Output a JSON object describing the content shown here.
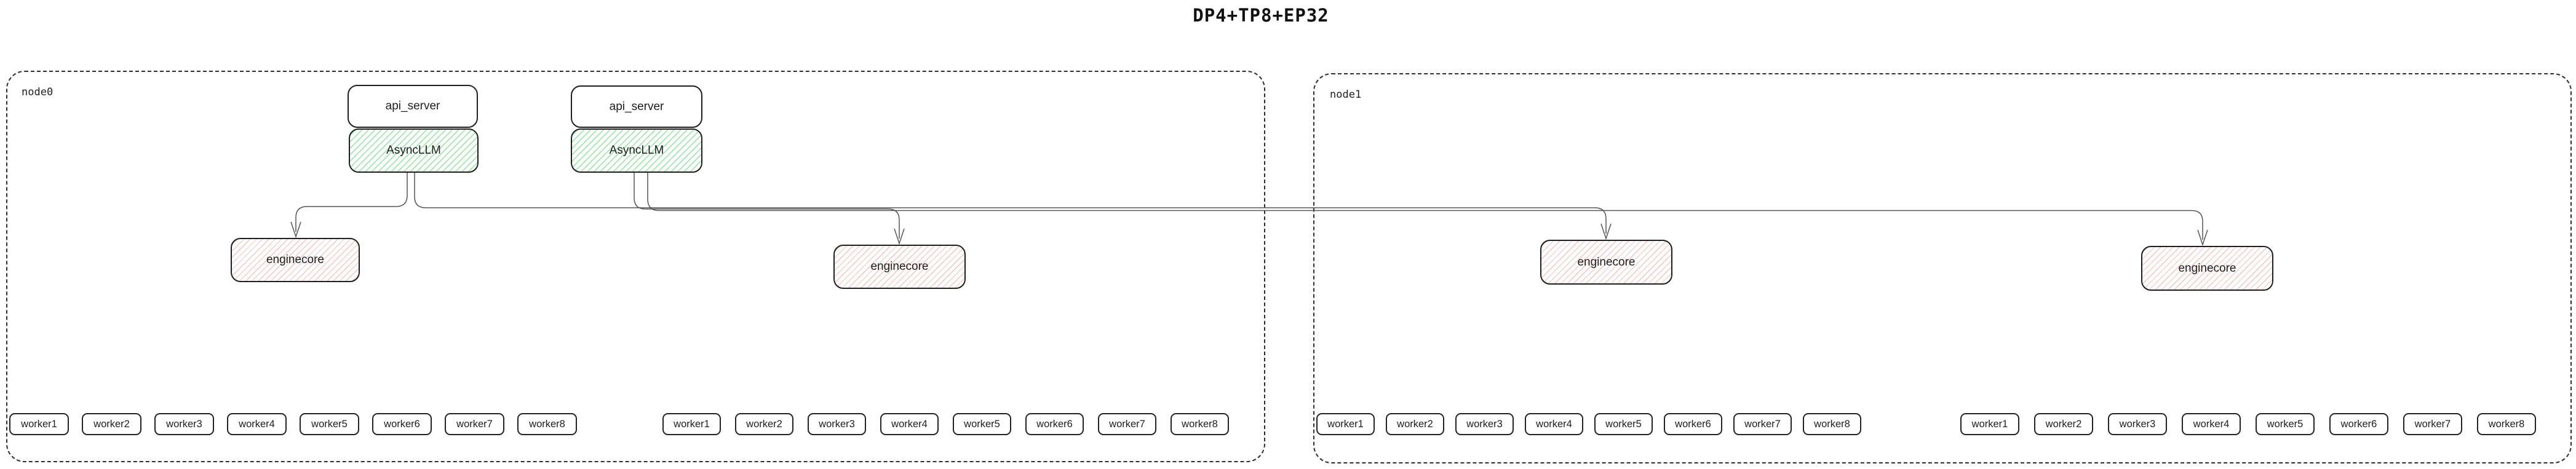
{
  "title": "DP4+TP8+EP32",
  "colors": {
    "hatch_green": "#8ce99a",
    "hatch_red": "#f6c3bd",
    "connector_gray": "#555555",
    "border_dark": "#1e1e1e"
  },
  "node0": {
    "label": "node0",
    "stack1": {
      "api_server": "api_server",
      "asyncllm": "AsyncLLM"
    },
    "stack2": {
      "api_server": "api_server",
      "asyncllm": "AsyncLLM"
    },
    "enginecore1": "enginecore",
    "enginecore2": "enginecore",
    "workers1": [
      "worker1",
      "worker2",
      "worker3",
      "worker4",
      "worker5",
      "worker6",
      "worker7",
      "worker8"
    ],
    "workers2": [
      "worker1",
      "worker2",
      "worker3",
      "worker4",
      "worker5",
      "worker6",
      "worker7",
      "worker8"
    ]
  },
  "node1": {
    "label": "node1",
    "enginecore1": "enginecore",
    "enginecore2": "enginecore",
    "workers1": [
      "worker1",
      "worker2",
      "worker3",
      "worker4",
      "worker5",
      "worker6",
      "worker7",
      "worker8"
    ],
    "workers2": [
      "worker1",
      "worker2",
      "worker3",
      "worker4",
      "worker5",
      "worker6",
      "worker7",
      "worker8"
    ]
  }
}
